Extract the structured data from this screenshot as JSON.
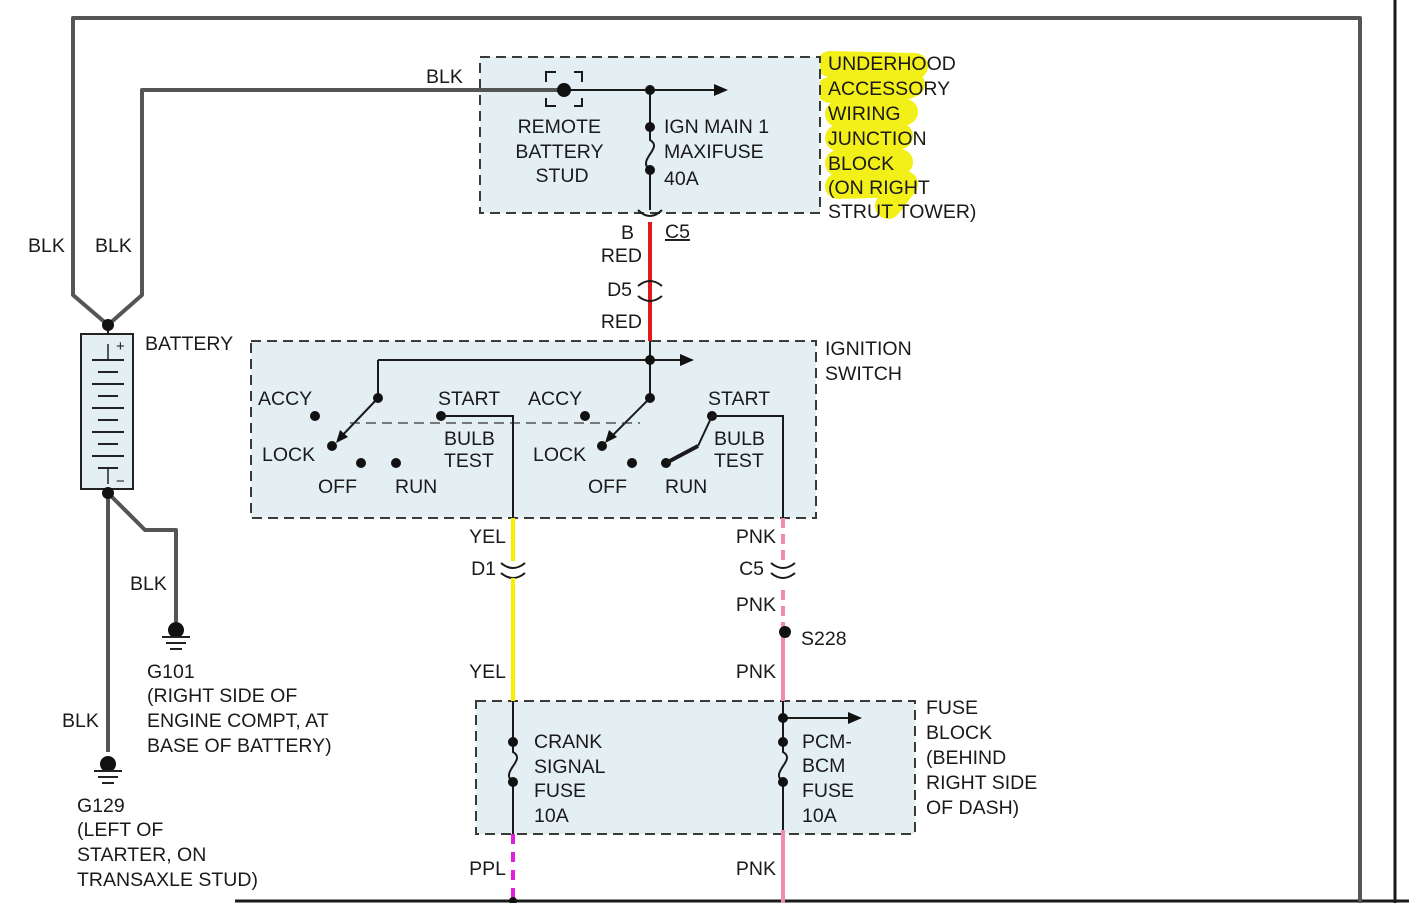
{
  "wire_colors": {
    "blk": "#555555",
    "red": "#e0191b",
    "yel": "#f6f000",
    "pnk": "#f08cb4",
    "ppl": "#e020e0",
    "highlight": "#f2ee0c"
  },
  "underhood_block": {
    "name_lines": [
      "UNDERHOOD",
      "ACCESSORY",
      "WIRING",
      "JUNCTION",
      "BLOCK",
      "(ON RIGHT",
      "STRUT TOWER)"
    ],
    "stud_lines": [
      "REMOTE",
      "BATTERY",
      "STUD"
    ],
    "fuse_lines": [
      "IGN MAIN 1",
      "MAXIFUSE",
      "40A"
    ],
    "feed_wire_label": "BLK"
  },
  "connectors": {
    "b_c5": {
      "pin": "B",
      "name": "C5"
    },
    "d5": {
      "name": "D5"
    },
    "d1": {
      "name": "D1"
    },
    "c5_lower": {
      "name": "C5"
    }
  },
  "battery": {
    "label": "BATTERY",
    "positive_sign": "+",
    "negative_sign": "−",
    "wire_left": "BLK",
    "wire_right": "BLK"
  },
  "ignition_switch": {
    "name_lines": [
      "IGNITION",
      "SWITCH"
    ],
    "positions": {
      "accy": "ACCY",
      "lock": "LOCK",
      "off": "OFF",
      "run": "RUN",
      "start": "START",
      "bulb": "BULB",
      "test": "TEST"
    }
  },
  "wire_labels": {
    "red_1": "RED",
    "red_2": "RED",
    "yel_1": "YEL",
    "yel_2": "YEL",
    "pnk_1": "PNK",
    "pnk_2": "PNK",
    "pnk_3": "PNK",
    "pnk_4": "PNK",
    "ppl": "PPL",
    "blk_g101": "BLK",
    "blk_g129": "BLK"
  },
  "splice": {
    "name": "S228"
  },
  "grounds": {
    "g101": {
      "lines": [
        "G101",
        "(RIGHT SIDE OF",
        "ENGINE COMPT, AT",
        "BASE OF BATTERY)"
      ]
    },
    "g129": {
      "lines": [
        "G129",
        "(LEFT OF",
        "STARTER, ON",
        "TRANSAXLE STUD)"
      ]
    }
  },
  "fuse_block": {
    "name_lines": [
      "FUSE",
      "BLOCK",
      "(BEHIND",
      "RIGHT SIDE",
      "OF DASH)"
    ],
    "crank_fuse_lines": [
      "CRANK",
      "SIGNAL",
      "FUSE",
      "10A"
    ],
    "pcm_fuse_lines": [
      "PCM-",
      "BCM",
      "FUSE",
      "10A"
    ]
  }
}
